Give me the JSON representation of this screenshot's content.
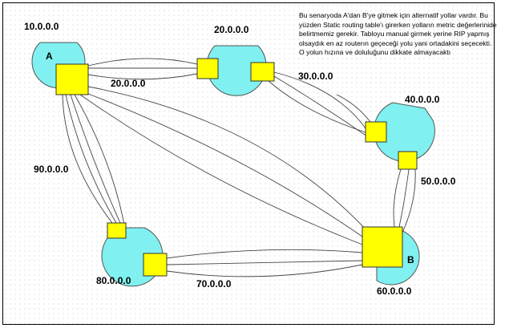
{
  "note": "Bu senaryoda A'dan B'ye gitmek için alternatif yollar vardır. Bu yüzden Static routing table'ı girerken yolların metric değerlerinide belirtmemiz gerekir. Tabloyu manual girmek yerine RIP yapmış olsaydık en az routerın geçeceği yolu yani ortadakini seçecekti. O yolun hızına ve doluluğunu dikkate almayacaktı",
  "nodes": {
    "a": "A",
    "b": "B"
  },
  "networks": {
    "n10": "10.0.0.0",
    "n20_top": "20.0.0.0",
    "n20_link": "20.0.0.0",
    "n30": "30.0.0.0",
    "n40": "40.0.0.0",
    "n50": "50.0.0.0",
    "n60": "60.0.0.0",
    "n70": "70.0.0.0",
    "n80": "80.0.0.0",
    "n90": "90.0.0.0"
  },
  "colors": {
    "network": "#80f0f0",
    "router": "#ffff00"
  }
}
